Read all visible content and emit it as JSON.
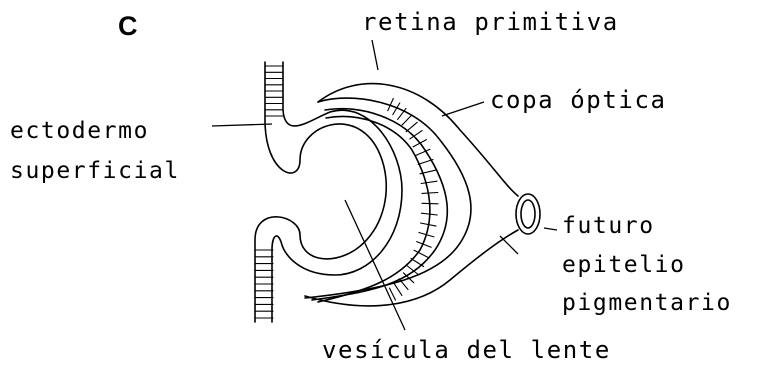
{
  "figure": {
    "panel_letter": "C",
    "labels": {
      "retina": "retina primitiva",
      "copa": "copa óptica",
      "ectodermo_line1": "ectodermo",
      "ectodermo_line2": "superficial",
      "futuro_line1": "futuro",
      "futuro_line2": "epitelio",
      "futuro_line3": "pigmentario",
      "vesicula": "vesícula del lente"
    },
    "colors": {
      "ink": "#000000",
      "background": "#ffffff"
    }
  }
}
